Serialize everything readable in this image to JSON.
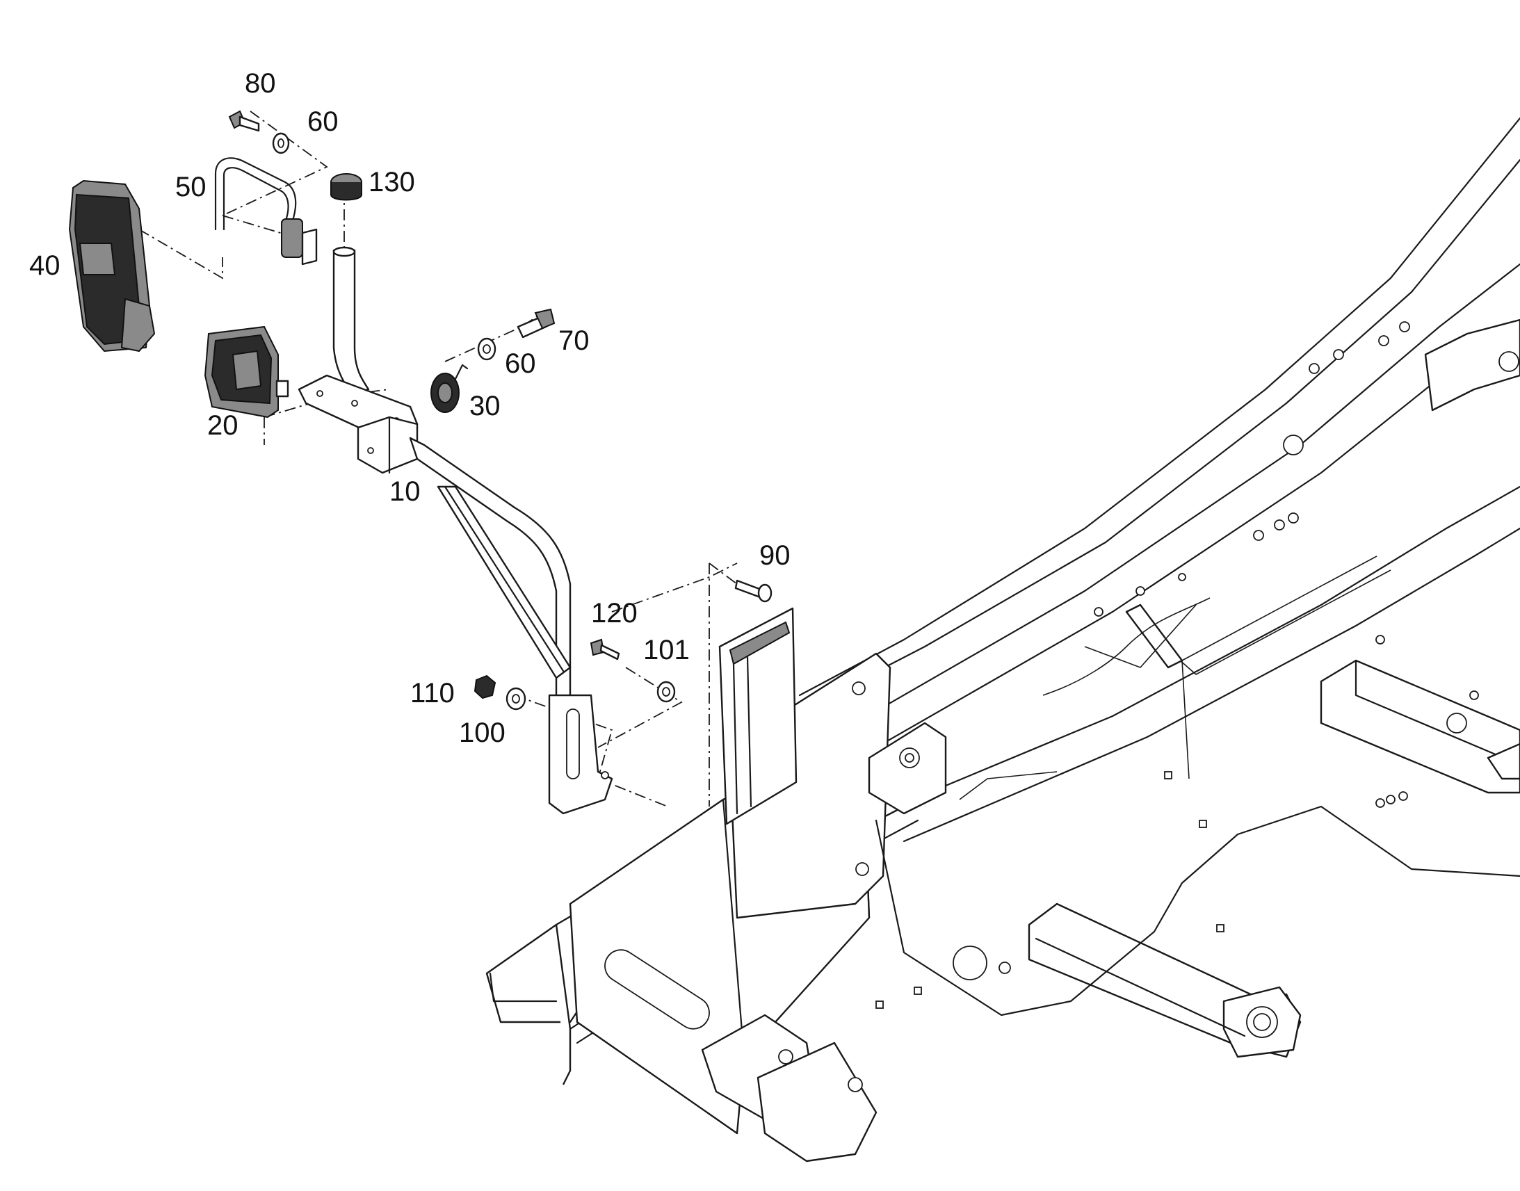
{
  "callouts": [
    {
      "id": "c80",
      "text": "80"
    },
    {
      "id": "c60a",
      "text": "60"
    },
    {
      "id": "c50",
      "text": "50"
    },
    {
      "id": "c130",
      "text": "130"
    },
    {
      "id": "c40",
      "text": "40"
    },
    {
      "id": "c70",
      "text": "70"
    },
    {
      "id": "c60b",
      "text": "60"
    },
    {
      "id": "c30",
      "text": "30"
    },
    {
      "id": "c20",
      "text": "20"
    },
    {
      "id": "c10",
      "text": "10"
    },
    {
      "id": "c90",
      "text": "90"
    },
    {
      "id": "c120",
      "text": "120"
    },
    {
      "id": "c101",
      "text": "101"
    },
    {
      "id": "c110",
      "text": "110"
    },
    {
      "id": "c100",
      "text": "100"
    }
  ]
}
